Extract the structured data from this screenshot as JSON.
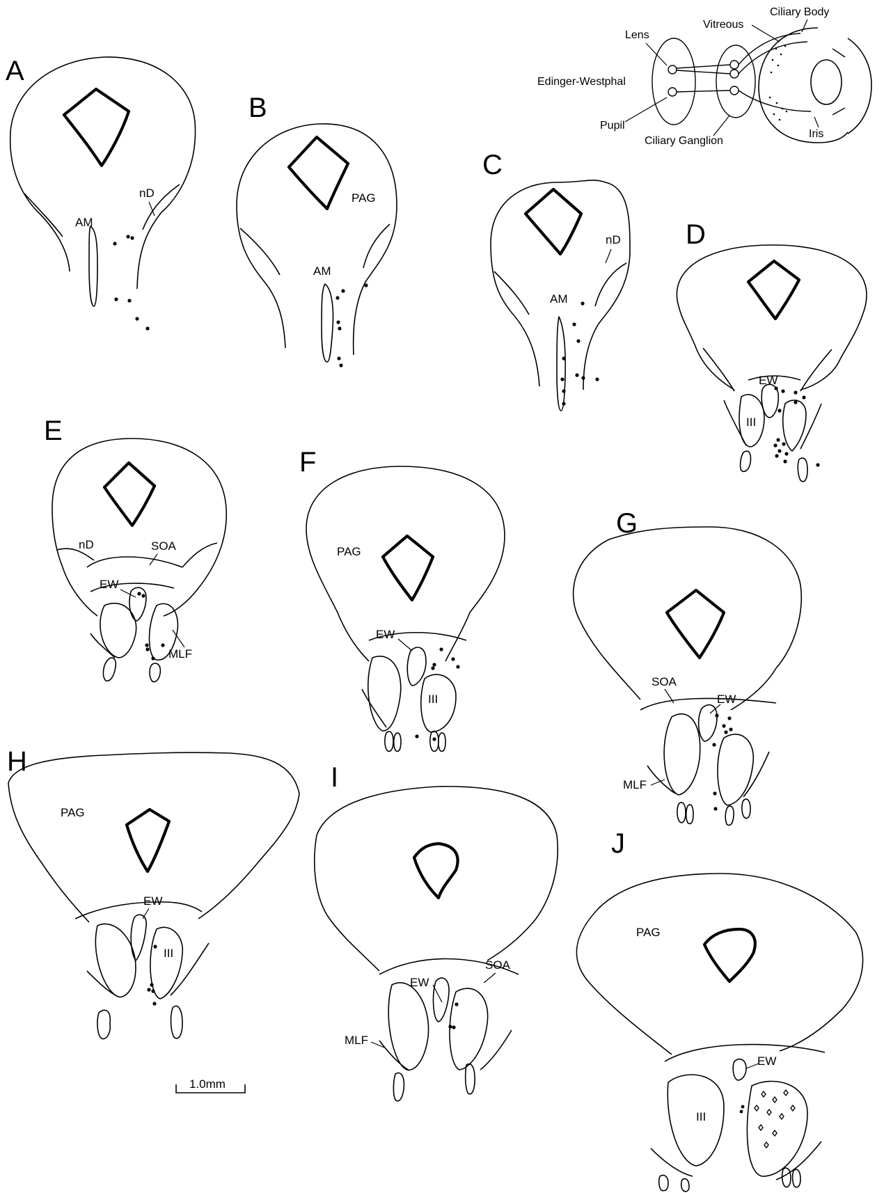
{
  "panels": {
    "A": {
      "letter": "A",
      "labels": {
        "am": "AM",
        "nd": "nD"
      }
    },
    "B": {
      "letter": "B",
      "labels": {
        "am": "AM",
        "pag": "PAG"
      }
    },
    "C": {
      "letter": "C",
      "labels": {
        "am": "AM",
        "nd": "nD"
      }
    },
    "D": {
      "letter": "D",
      "labels": {
        "ew": "EW",
        "iii": "III"
      }
    },
    "E": {
      "letter": "E",
      "labels": {
        "nd": "nD",
        "soa": "SOA",
        "ew": "EW",
        "mlf": "MLF"
      }
    },
    "F": {
      "letter": "F",
      "labels": {
        "pag": "PAG",
        "ew": "EW",
        "iii": "III"
      }
    },
    "G": {
      "letter": "G",
      "labels": {
        "soa": "SOA",
        "ew": "EW",
        "mlf": "MLF"
      }
    },
    "H": {
      "letter": "H",
      "labels": {
        "pag": "PAG",
        "ew": "EW",
        "iii": "III"
      }
    },
    "I": {
      "letter": "I",
      "labels": {
        "soa": "SOA",
        "ew": "EW",
        "mlf": "MLF"
      }
    },
    "J": {
      "letter": "J",
      "labels": {
        "pag": "PAG",
        "ew": "EW",
        "iii": "III"
      }
    }
  },
  "inset": {
    "lens": "Lens",
    "vitreous": "Vitreous",
    "ciliary_body": "Ciliary Body",
    "edinger_westphal": "Edinger-Westphal",
    "pupil": "Pupil",
    "ciliary_ganglion": "Ciliary Ganglion",
    "iris": "Iris"
  },
  "scale_bar": {
    "label": "1.0mm"
  }
}
